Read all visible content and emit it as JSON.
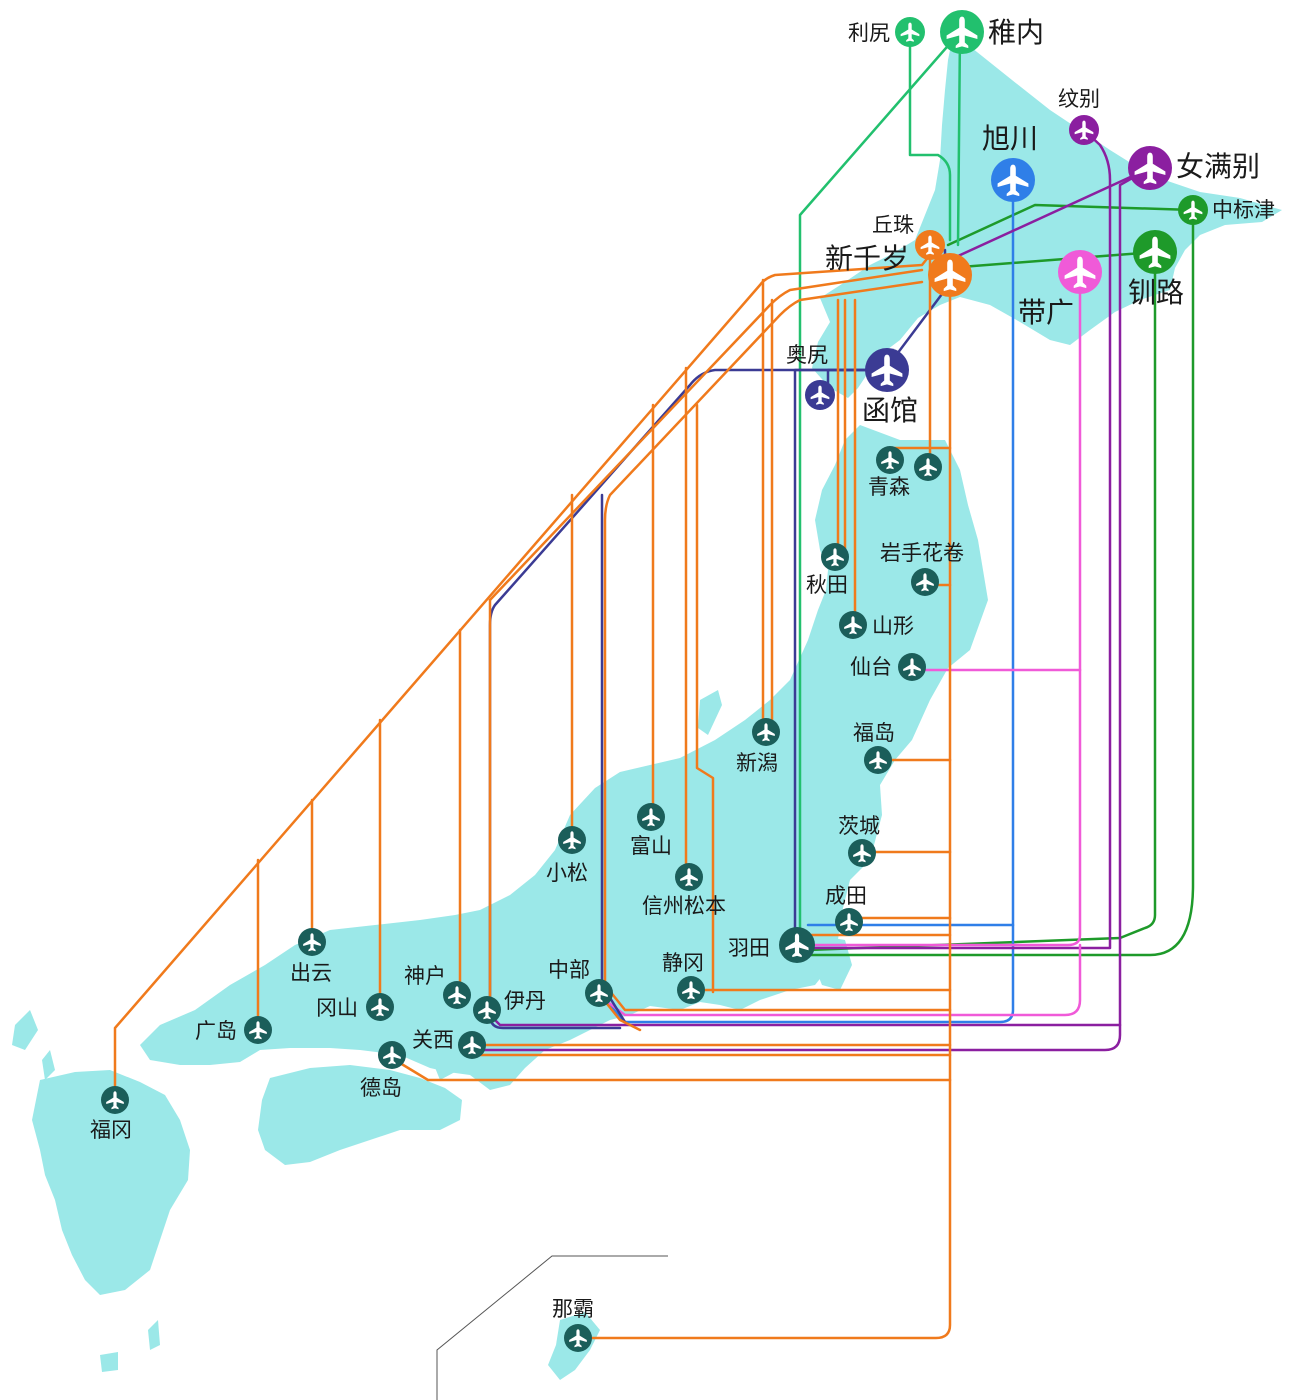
{
  "colors": {
    "land": "#9be8e8",
    "route_new_chitose": "#f07a1c",
    "route_hakodate": "#3b3b94",
    "route_wakkanai": "#22c06e",
    "route_asahikawa": "#2f7fe8",
    "route_memanbetsu": "#8b1fa0",
    "route_obihiro": "#f05ad8",
    "route_kushiro": "#1e9a2a",
    "minor_airport": "#1b5e5a"
  },
  "hubs": {
    "wakkanai": {
      "label": "稚内",
      "icon": "airplane-icon"
    },
    "asahikawa": {
      "label": "旭川",
      "icon": "airplane-icon"
    },
    "memanbetsu": {
      "label": "女满别",
      "icon": "airplane-icon"
    },
    "kushiro": {
      "label": "钏路",
      "icon": "airplane-icon"
    },
    "obihiro": {
      "label": "带广",
      "icon": "airplane-icon"
    },
    "new_chitose": {
      "label": "新千岁",
      "icon": "airplane-icon"
    },
    "hakodate": {
      "label": "函馆",
      "icon": "airplane-icon"
    }
  },
  "airports": {
    "rishiri": "利尻",
    "monbetsu": "纹别",
    "nakashibetsu": "中标津",
    "okadama": "丘珠",
    "okushiri": "奥尻",
    "aomori": "青森",
    "iwate_hanamaki": "岩手花卷",
    "akita": "秋田",
    "yamagata": "山形",
    "sendai": "仙台",
    "fukushima": "福岛",
    "niigata": "新潟",
    "ibaraki": "茨城",
    "narita": "成田",
    "haneda": "羽田",
    "toyama": "富山",
    "komatsu": "小松",
    "matsumoto": "信州松本",
    "shizuoka": "静冈",
    "chubu": "中部",
    "kobe": "神户",
    "itami": "伊丹",
    "kansai": "关西",
    "izumo": "出云",
    "okayama": "冈山",
    "hiroshima": "广岛",
    "tokushima": "德岛",
    "fukuoka": "福冈",
    "naha": "那霸"
  }
}
